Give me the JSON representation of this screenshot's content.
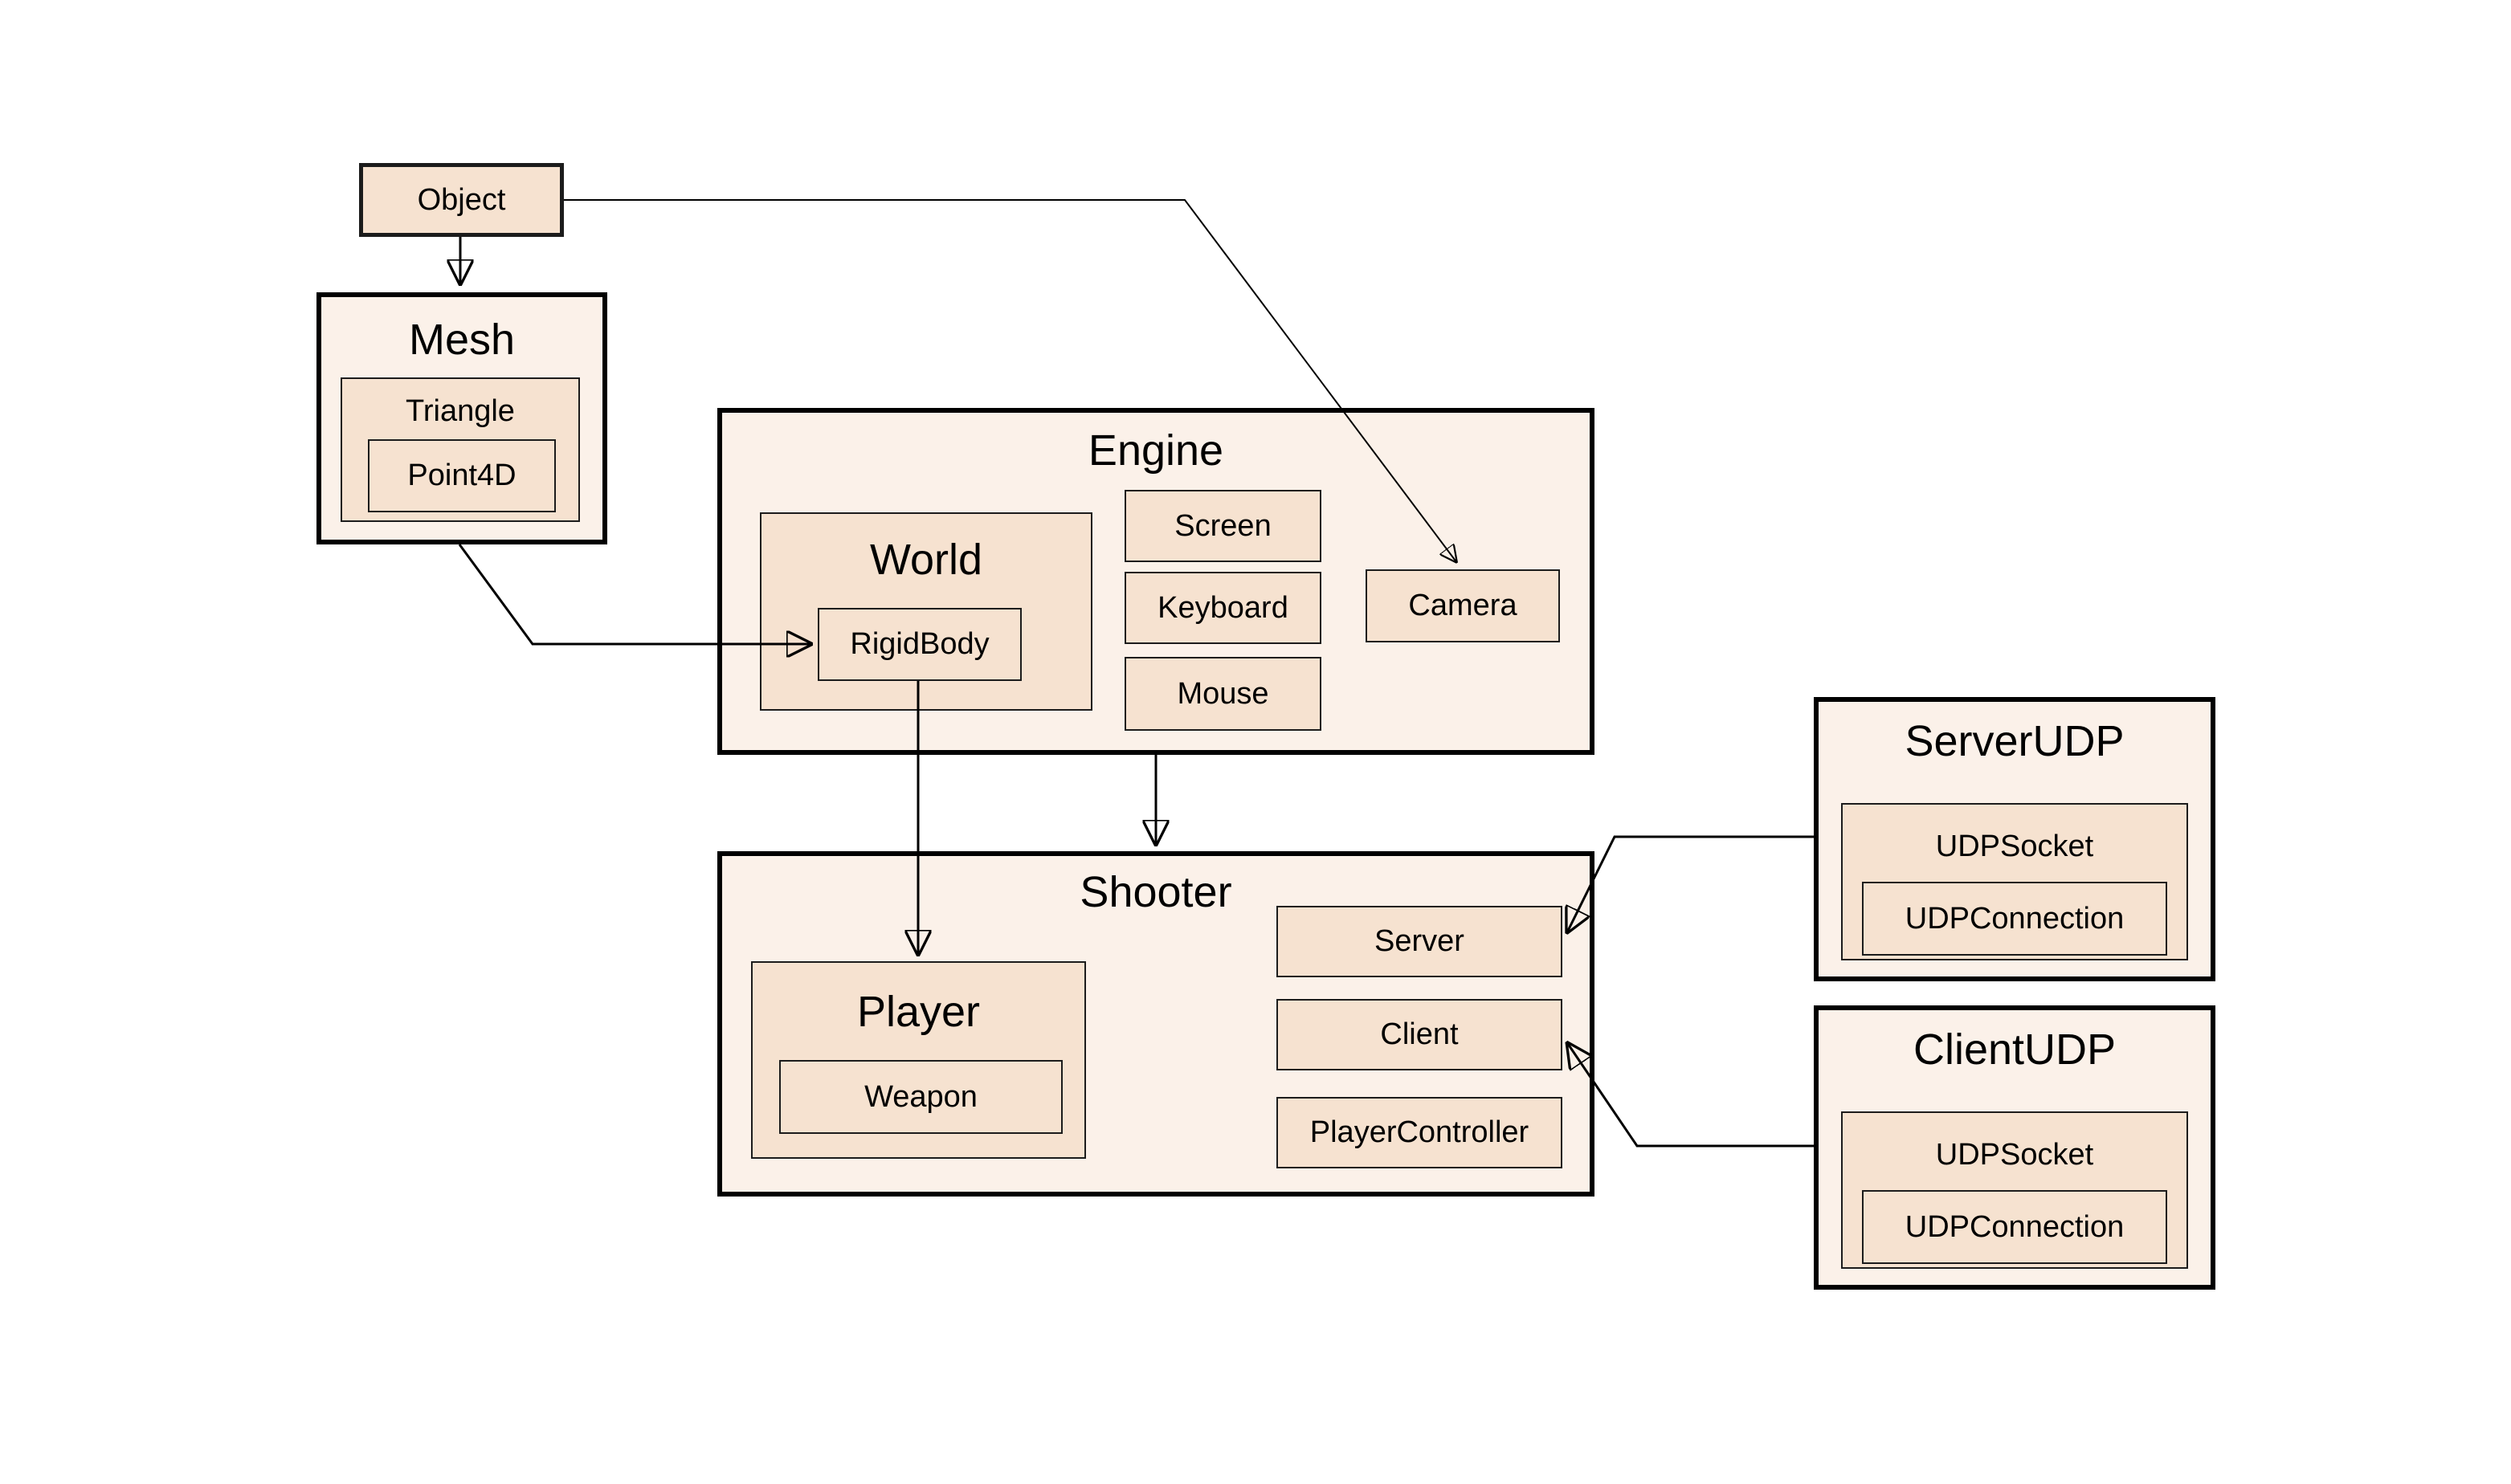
{
  "diagram": {
    "title": "Game engine module dependency diagram",
    "colors": {
      "container_fill": "#FBF1E9",
      "node_fill": "#F6E2D0",
      "border": "#000000",
      "thin_border": "#1c1c1c",
      "page_bg": "#ffffff"
    },
    "nodes": {
      "object": {
        "label": "Object"
      },
      "mesh": {
        "label": "Mesh"
      },
      "triangle": {
        "label": "Triangle"
      },
      "point4d": {
        "label": "Point4D"
      },
      "engine": {
        "label": "Engine"
      },
      "world": {
        "label": "World"
      },
      "rigidbody": {
        "label": "RigidBody"
      },
      "screen": {
        "label": "Screen"
      },
      "keyboard": {
        "label": "Keyboard"
      },
      "mouse": {
        "label": "Mouse"
      },
      "camera": {
        "label": "Camera"
      },
      "shooter": {
        "label": "Shooter"
      },
      "player": {
        "label": "Player"
      },
      "weapon": {
        "label": "Weapon"
      },
      "server": {
        "label": "Server"
      },
      "client": {
        "label": "Client"
      },
      "playercontroller": {
        "label": "PlayerController"
      },
      "serverudp": {
        "label": "ServerUDP"
      },
      "udpsocket_server": {
        "label": "UDPSocket"
      },
      "udpconnection_server": {
        "label": "UDPConnection"
      },
      "clientudp": {
        "label": "ClientUDP"
      },
      "udpsocket_client": {
        "label": "UDPSocket"
      },
      "udpconnection_client": {
        "label": "UDPConnection"
      }
    },
    "edges": [
      {
        "from": "object",
        "to": "mesh"
      },
      {
        "from": "object",
        "to": "camera"
      },
      {
        "from": "mesh",
        "to": "rigidbody"
      },
      {
        "from": "rigidbody",
        "to": "player"
      },
      {
        "from": "engine",
        "to": "shooter"
      },
      {
        "from": "serverudp",
        "to": "server"
      },
      {
        "from": "clientudp",
        "to": "client"
      }
    ]
  }
}
